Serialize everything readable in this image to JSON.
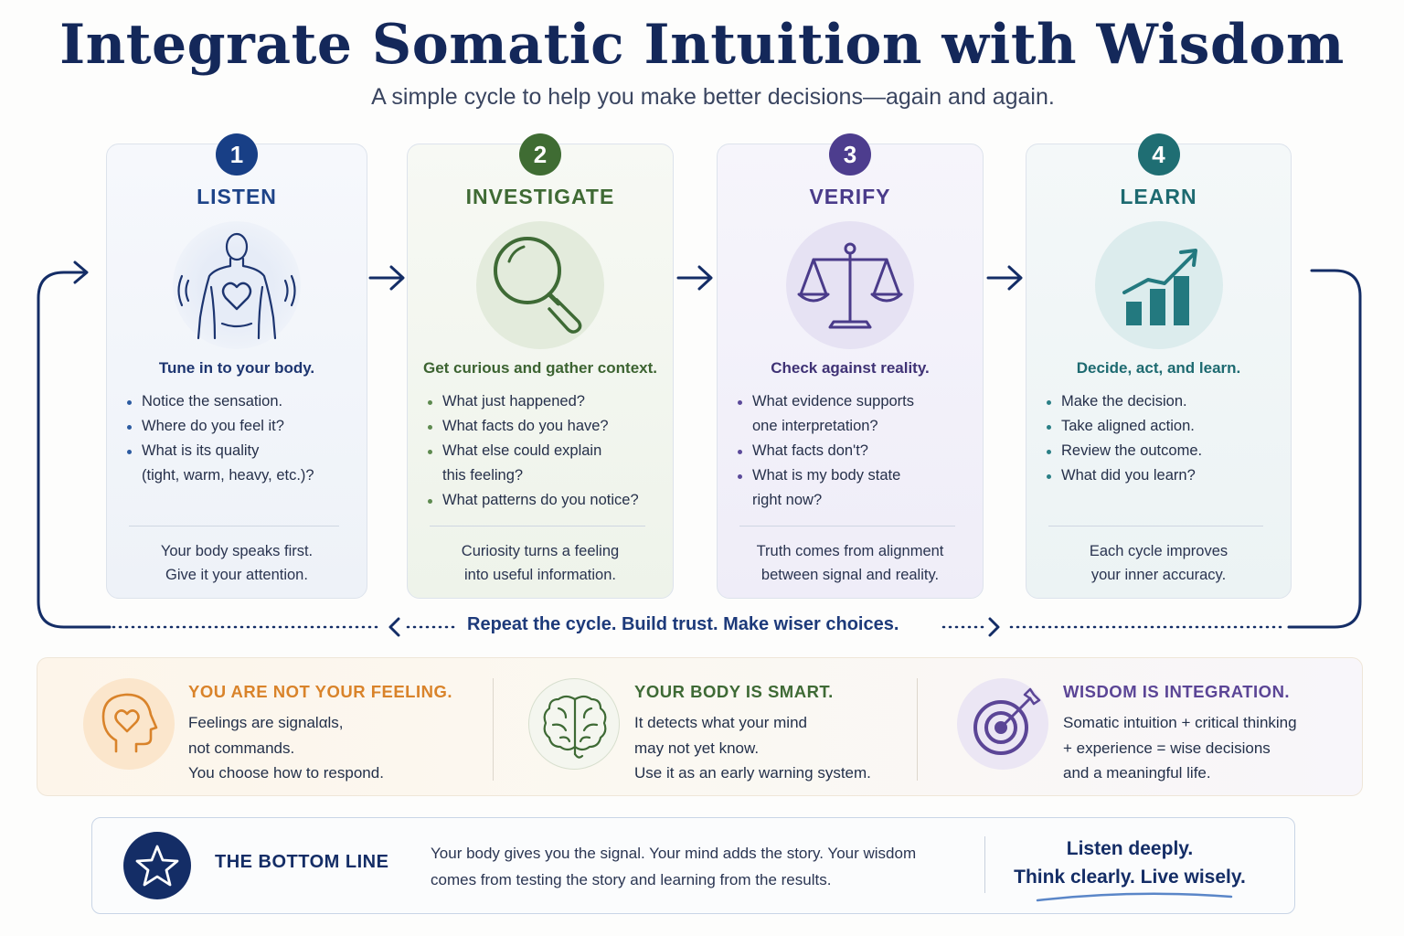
{
  "title": "Integrate Somatic Intuition with Wisdom",
  "subtitle": "A simple cycle to help you make better decisions—again and again.",
  "steps": [
    {
      "number": "1",
      "heading": "LISTEN",
      "icon": "body-heart-icon",
      "subheading": "Tune in to your body.",
      "bullets": [
        [
          "Notice the sensation."
        ],
        [
          "Where do you feel it?"
        ],
        [
          "What is its quality",
          "(tight, warm, heavy, etc.)?"
        ]
      ],
      "footer": [
        "Your body speaks first.",
        "Give it your attention."
      ]
    },
    {
      "number": "2",
      "heading": "INVESTIGATE",
      "icon": "magnifier-icon",
      "subheading": "Get curious and gather context.",
      "bullets": [
        [
          "What just happened?"
        ],
        [
          "What facts do you have?"
        ],
        [
          "What else could explain",
          "this feeling?"
        ],
        [
          "What patterns do you notice?"
        ]
      ],
      "footer": [
        "Curiosity turns a feeling",
        "into useful information."
      ]
    },
    {
      "number": "3",
      "heading": "VERIFY",
      "icon": "scales-icon",
      "subheading": "Check against reality.",
      "bullets": [
        [
          "What evidence supports",
          "one interpretation?"
        ],
        [
          "What facts don't?"
        ],
        [
          "What is my body state",
          "right now?"
        ]
      ],
      "footer": [
        "Truth comes from alignment",
        "between signal and reality."
      ]
    },
    {
      "number": "4",
      "heading": "LEARN",
      "icon": "growth-chart-icon",
      "subheading": "Decide, act, and learn.",
      "bullets": [
        [
          "Make the decision."
        ],
        [
          "Take aligned action."
        ],
        [
          "Review the outcome."
        ],
        [
          "What did you learn?"
        ]
      ],
      "footer": [
        "Each cycle improves",
        "your inner accuracy."
      ]
    }
  ],
  "cycle_caption": "Repeat the cycle. Build trust. Make wiser choices.",
  "principles": [
    {
      "heading": "YOU ARE NOT YOUR FEELING.",
      "icon": "head-heart-icon",
      "color": "#d9832a",
      "lines": [
        "Feelings are signalαls,",
        "not commands.",
        "You choose how to respond."
      ]
    },
    {
      "heading": "YOUR BODY IS SMART.",
      "icon": "brain-icon",
      "color": "#3e6a35",
      "lines": [
        "It detects what your mind",
        "may not yet know.",
        "Use it as an early warning system."
      ]
    },
    {
      "heading": "WISDOM IS INTEGRATION.",
      "icon": "target-icon",
      "color": "#5b4596",
      "lines": [
        "Somatic intuition + critical thinking",
        "+ experience = wise decisions",
        "and a meaningful life."
      ]
    }
  ],
  "bottom_line": {
    "heading": "THE BOTTOM LINE",
    "icon": "star-icon",
    "text": [
      "Your body gives you the signal. Your mind adds the story. Your wisdom",
      "comes from testing the story and learning from the results."
    ],
    "quote": [
      "Listen deeply.",
      "Think clearly. Live wisely."
    ]
  }
}
